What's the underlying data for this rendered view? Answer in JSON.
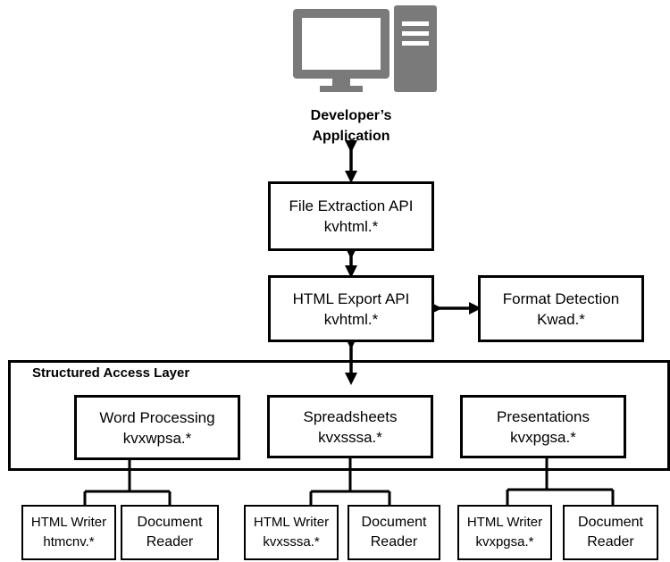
{
  "app": {
    "line1": "Developer’s",
    "line2": "Application",
    "icon": "computer-icon"
  },
  "file_extraction": {
    "title": "File Extraction API",
    "sub": "kvhtml.*"
  },
  "html_export": {
    "title": "HTML Export API",
    "sub": "kvhtml.*"
  },
  "format_detection": {
    "title": "Format Detection",
    "sub": "Kwad.*"
  },
  "layer": {
    "title": "Structured Access Layer"
  },
  "word": {
    "title": "Word Processing",
    "sub": "kvxwpsa.*"
  },
  "spreadsheets": {
    "title": "Spreadsheets",
    "sub": "kvxsssa.*"
  },
  "presentations": {
    "title": "Presentations",
    "sub": "kvxpgsa.*"
  },
  "word_writer": {
    "title": "HTML Writer",
    "sub": "htmcnv.*"
  },
  "word_reader": {
    "title": "Document",
    "sub": "Reader"
  },
  "sheet_writer": {
    "title": "HTML Writer",
    "sub": "kvxsssa.*"
  },
  "sheet_reader": {
    "title": "Document",
    "sub": "Reader"
  },
  "pres_writer": {
    "title": "HTML Writer",
    "sub": "kvxpgsa.*"
  },
  "pres_reader": {
    "title": "Document",
    "sub": "Reader"
  },
  "colors": {
    "icon": "#7a7a7a",
    "line": "#000000"
  }
}
